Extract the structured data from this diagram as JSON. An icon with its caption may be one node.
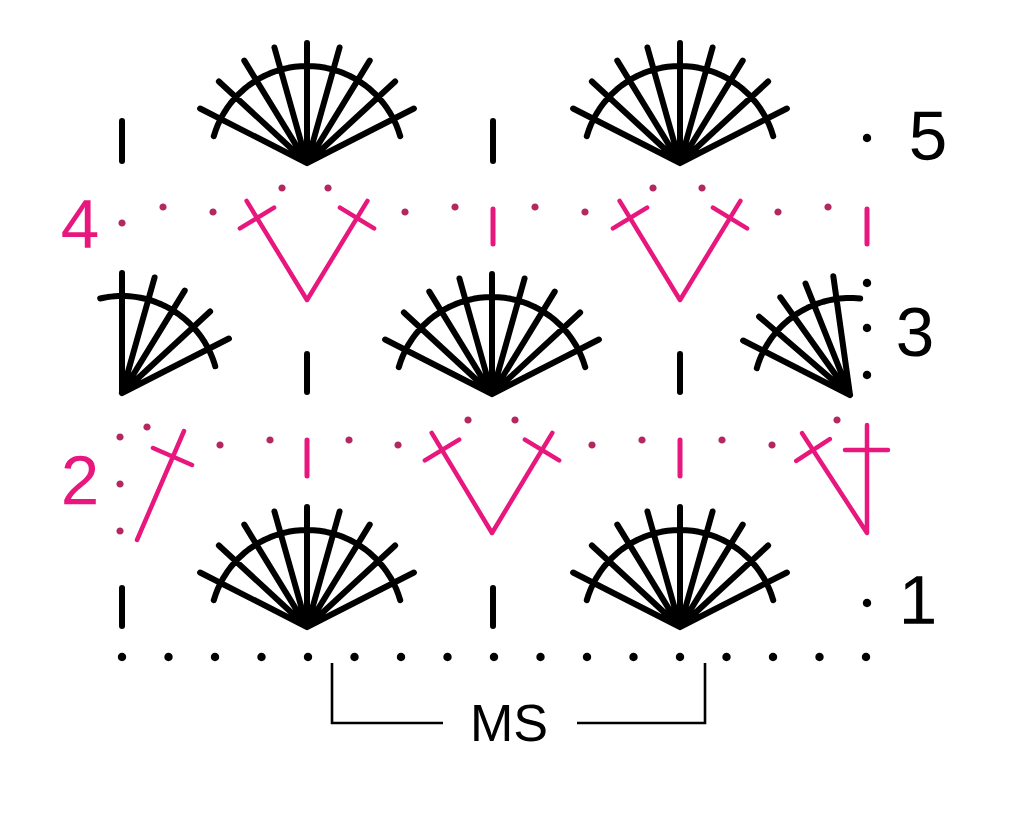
{
  "diagram": {
    "labels": [
      "5",
      "4",
      "3",
      "2",
      "1",
      "MS"
    ]
  }
}
